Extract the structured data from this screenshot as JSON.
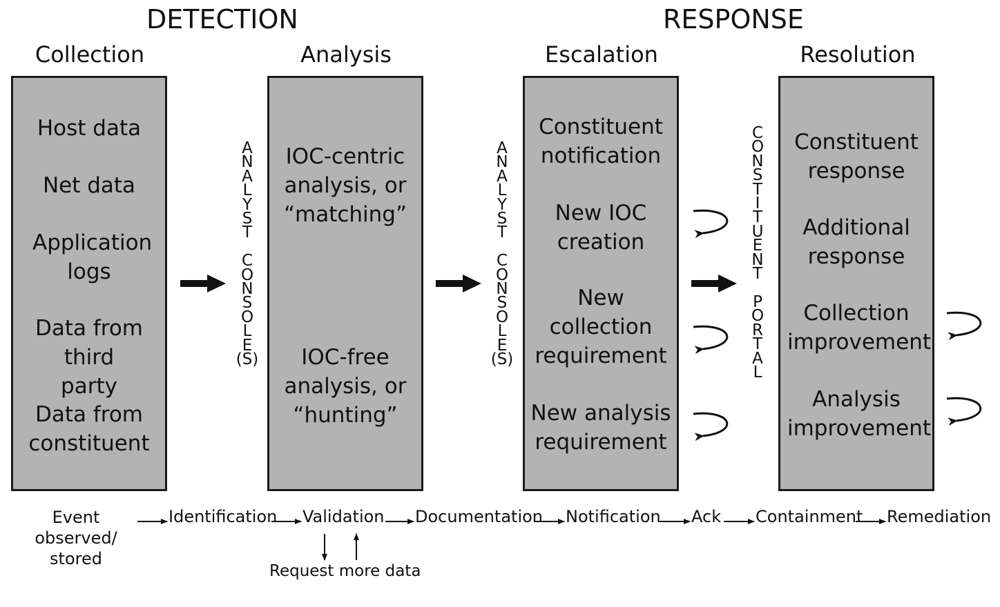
{
  "phases": {
    "detection": "DETECTION",
    "response": "RESPONSE"
  },
  "columns": [
    {
      "title": "Collection",
      "items": [
        "Host data",
        "Net data",
        "Application logs",
        "Data from third party",
        "Data from constituent"
      ]
    },
    {
      "title": "Analysis",
      "items": [
        "IOC-centric analysis, or “matching”",
        "IOC-free analysis, or “hunting”"
      ]
    },
    {
      "title": "Escalation",
      "items": [
        "Constituent notification",
        "New IOC creation",
        "New collection requirement",
        "New analysis requirement"
      ]
    },
    {
      "title": "Resolution",
      "items": [
        "Constituent response",
        "Additional response",
        "Collection improvement",
        "Analysis improvement"
      ]
    }
  ],
  "connectors": {
    "console_1": "ANALYST CONSOLE(S)",
    "console_2": "ANALYST CONSOLE(S)",
    "portal": "CONSTITUENT PORTAL"
  },
  "flow": {
    "steps": [
      "Event observed/ stored",
      "Identification",
      "Validation",
      "Documentation",
      "Notification",
      "Ack",
      "Containment",
      "Remediation"
    ],
    "side_note": "Request more data"
  }
}
